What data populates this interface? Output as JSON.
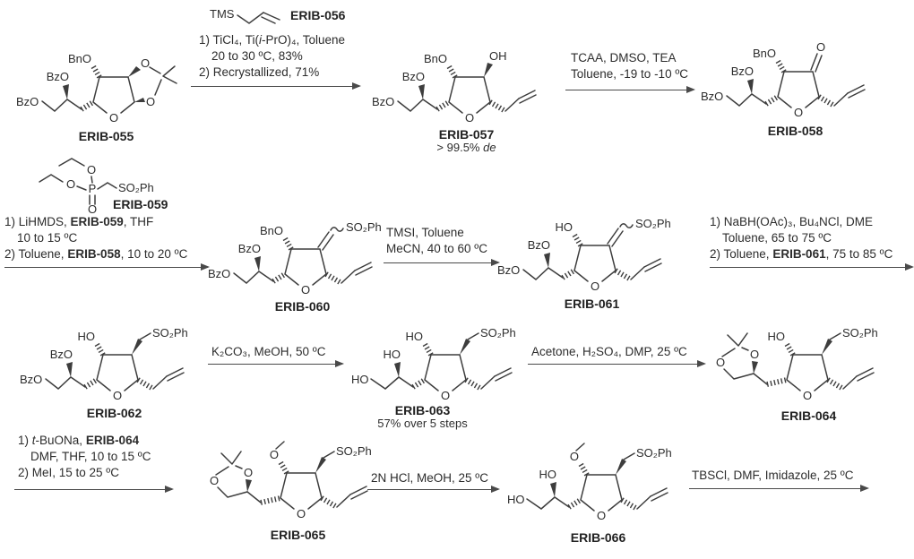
{
  "compounds": {
    "erib055": {
      "name": "ERIB-055",
      "labels": {
        "bzo_end": "BzO",
        "bzo_mid": "BzO",
        "bno": "BnO",
        "ring_o": "O",
        "o_top": "O",
        "o_bot": "O"
      }
    },
    "erib056": {
      "name": "ERIB-056",
      "labels": {
        "tms": "TMS"
      }
    },
    "erib057": {
      "name": "ERIB-057",
      "note_pre": "> 99.5% ",
      "note_it": "de",
      "labels": {
        "bzo_end": "BzO",
        "bzo_mid": "BzO",
        "bno": "BnO",
        "oh": "OH",
        "ring_o": "O"
      }
    },
    "erib058": {
      "name": "ERIB-058",
      "labels": {
        "bzo_end": "BzO",
        "bzo_mid": "BzO",
        "bno": "BnO",
        "ketone_o": "O",
        "ring_o": "O"
      }
    },
    "erib059": {
      "name": "ERIB-059",
      "labels": {
        "o_top": "O",
        "o_left": "O",
        "p": "P",
        "o_dbl": "O",
        "so2ph": "SO₂Ph"
      }
    },
    "erib060": {
      "name": "ERIB-060",
      "labels": {
        "bzo_end": "BzO",
        "bzo_mid": "BzO",
        "bno": "BnO",
        "so2ph": "SO₂Ph",
        "ring_o": "O"
      }
    },
    "erib061": {
      "name": "ERIB-061",
      "labels": {
        "bzo_end": "BzO",
        "bzo_mid": "BzO",
        "ho": "HO",
        "so2ph": "SO₂Ph",
        "ring_o": "O"
      }
    },
    "erib062": {
      "name": "ERIB-062",
      "labels": {
        "bzo_end": "BzO",
        "bzo_mid": "BzO",
        "ho": "HO",
        "so2ph": "SO₂Ph",
        "ring_o": "O"
      }
    },
    "erib063": {
      "name": "ERIB-063",
      "note": "57% over 5 steps",
      "labels": {
        "ho_end": "HO",
        "ho_mid": "HO",
        "ho_ring": "HO",
        "so2ph": "SO₂Ph",
        "ring_o": "O"
      }
    },
    "erib064": {
      "name": "ERIB-064",
      "labels": {
        "o_right": "O",
        "o_left": "O",
        "ho": "HO",
        "so2ph": "SO₂Ph",
        "ring_o": "O"
      }
    },
    "erib065": {
      "name": "ERIB-065",
      "labels": {
        "o_right": "O",
        "o_left": "O",
        "o_me": "O",
        "so2ph": "SO₂Ph",
        "ring_o": "O"
      }
    },
    "erib066": {
      "name": "ERIB-066",
      "labels": {
        "ho_end": "HO",
        "ho_mid": "HO",
        "o_me": "O",
        "so2ph": "SO₂Ph",
        "ring_o": "O"
      }
    }
  },
  "steps": {
    "s1": {
      "l1_pre": "1) TiCl₄, Ti(",
      "l1_it": "i",
      "l1_post": "-PrO)₄, Toluene",
      "l2": "20 to 30 ºC, 83%",
      "l3": "2) Recrystallized, 71%"
    },
    "s2": {
      "l1": "TCAA, DMSO, TEA",
      "l2": "Toluene, -19 to -10 ºC"
    },
    "s3": {
      "l1_pre": "1) LiHMDS, ",
      "l1_ref": "ERIB-059",
      "l1_post": ", THF",
      "l2": "10 to 15 ºC",
      "l3_pre": "2) Toluene, ",
      "l3_ref": "ERIB-058",
      "l3_post": ", 10 to 20 ºC"
    },
    "s4": {
      "l1": "TMSI, Toluene",
      "l2": "MeCN, 40 to 60 ºC"
    },
    "s5": {
      "l1": "1) NaBH(OAc)₃, Bu₄NCl, DME",
      "l2": "Toluene, 65 to 75 ºC",
      "l3_pre": "2) Toluene, ",
      "l3_ref": "ERIB-061",
      "l3_post": ", 75 to 85 ºC"
    },
    "s6": {
      "l1": "K₂CO₃, MeOH, 50 ºC"
    },
    "s7": {
      "l1": "Acetone, H₂SO₄, DMP, 25 ºC"
    },
    "s8": {
      "l1_pre": "1) ",
      "l1_it": "t",
      "l1_mid": "-BuONa, ",
      "l1_ref": "ERIB-064",
      "l2": "DMF, THF, 10 to 15 ºC",
      "l3": "2) MeI, 15 to 25 ºC"
    },
    "s9": {
      "l1": "2N HCl, MeOH, 25 ºC"
    },
    "s10": {
      "l1": "TBSCl, DMF, Imidazole, 25 ºC"
    }
  }
}
